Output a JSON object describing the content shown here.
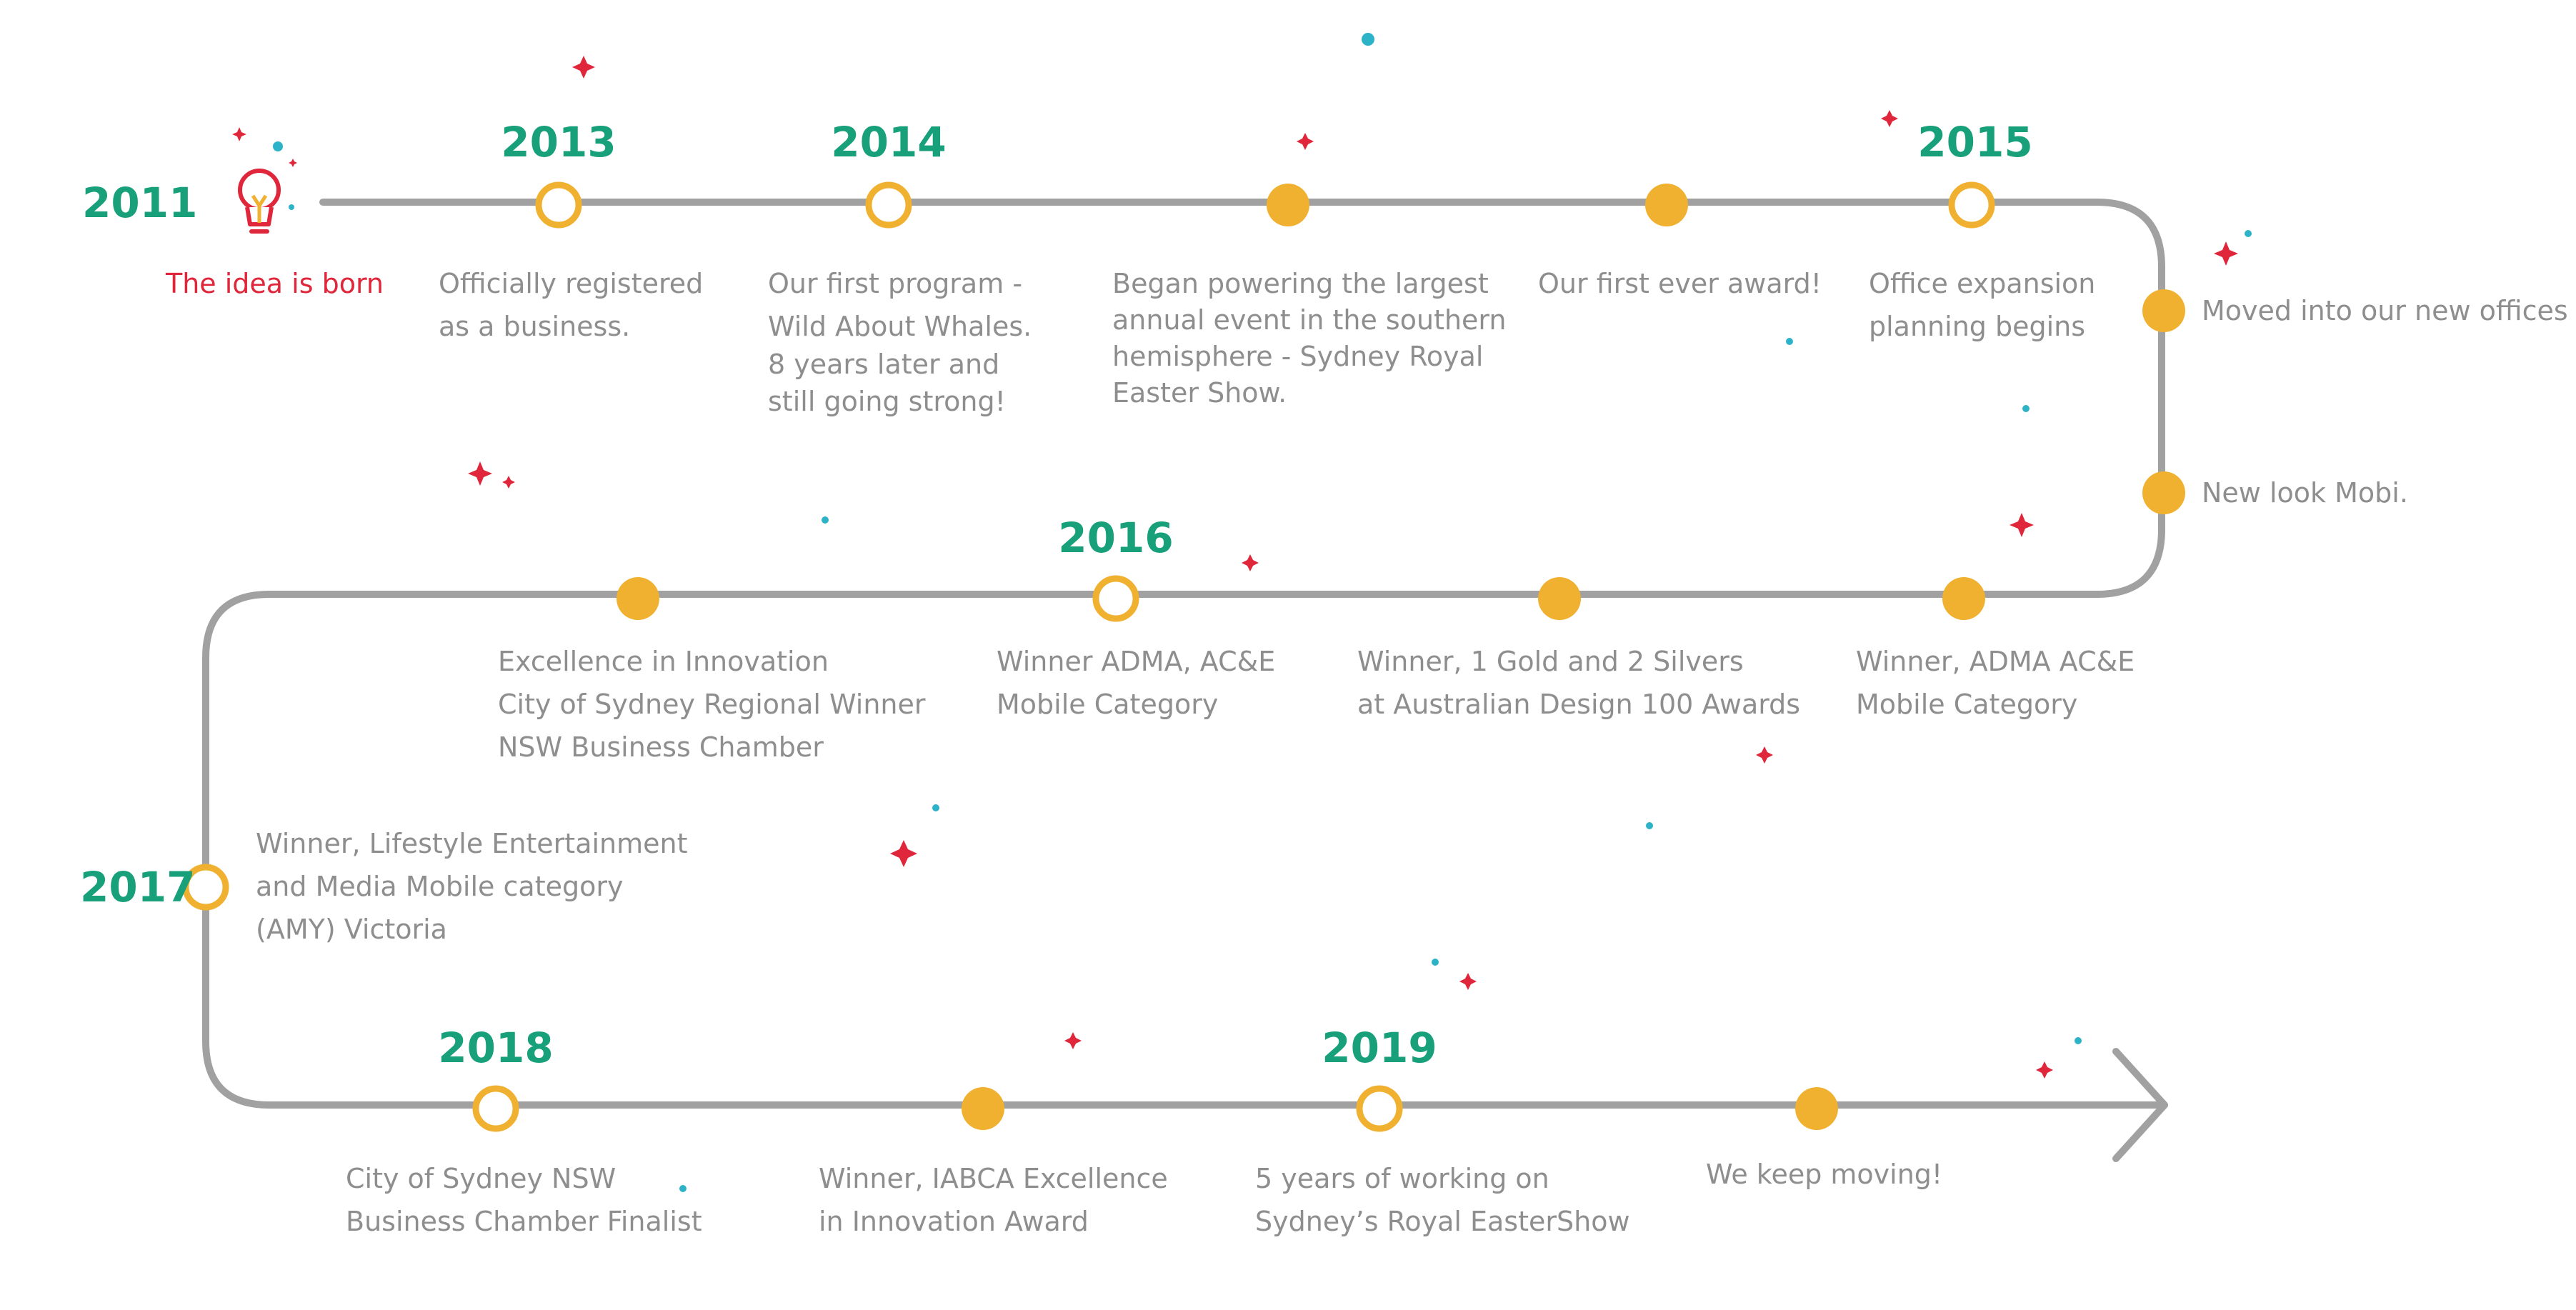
{
  "colors": {
    "year": "#17a07a",
    "text": "#8e8e8e",
    "accent_text": "#e0263a",
    "path": "#a1a1a1",
    "node": "#f0b030",
    "spark": "#e0263a",
    "dot": "#2db3c8"
  },
  "icons": {
    "start": "lightbulb-icon",
    "end": "arrow-head-icon"
  },
  "milestones": [
    {
      "id": "m2011",
      "year": "2011",
      "lines": [
        "The idea is born"
      ],
      "marker": "lightbulb"
    },
    {
      "id": "m2013",
      "year": "2013",
      "lines": [
        "Officially registered",
        "as a business."
      ],
      "marker": "ring"
    },
    {
      "id": "m2014",
      "year": "2014",
      "lines": [
        "Our first program -",
        "Wild About Whales.",
        "8 years later and",
        "still going strong!"
      ],
      "marker": "ring"
    },
    {
      "id": "m-royal-easter",
      "year": "",
      "lines": [
        "Began powering the largest",
        "annual event in the southern",
        "hemisphere - Sydney Royal",
        "Easter Show."
      ],
      "marker": "dot"
    },
    {
      "id": "m-first-award",
      "year": "",
      "lines": [
        "Our first ever award!"
      ],
      "marker": "dot"
    },
    {
      "id": "m2015",
      "year": "2015",
      "lines": [
        "Office expansion",
        "planning begins"
      ],
      "marker": "ring"
    },
    {
      "id": "m-new-offices",
      "year": "",
      "lines": [
        "Moved into our new offices"
      ],
      "marker": "dot"
    },
    {
      "id": "m-new-look",
      "year": "",
      "lines": [
        "New look Mobi."
      ],
      "marker": "dot"
    },
    {
      "id": "m-adma-2",
      "year": "",
      "lines": [
        "Winner, ADMA AC&E",
        "Mobile Category"
      ],
      "marker": "dot"
    },
    {
      "id": "m-design-100",
      "year": "",
      "lines": [
        "Winner, 1 Gold and 2 Silvers",
        "at Australian Design 100 Awards"
      ],
      "marker": "dot"
    },
    {
      "id": "m2016",
      "year": "2016",
      "lines": [
        "Winner ADMA, AC&E",
        "Mobile Category"
      ],
      "marker": "ring"
    },
    {
      "id": "m-innovation",
      "year": "",
      "lines": [
        "Excellence in Innovation",
        "City of Sydney Regional Winner",
        "NSW Business Chamber"
      ],
      "marker": "dot"
    },
    {
      "id": "m2017",
      "year": "2017",
      "lines": [
        "Winner, Lifestyle Entertainment",
        "and Media Mobile category",
        " (AMY) Victoria"
      ],
      "marker": "ring"
    },
    {
      "id": "m2018",
      "year": "2018",
      "lines": [
        "City of Sydney NSW",
        "Business Chamber Finalist"
      ],
      "marker": "ring"
    },
    {
      "id": "m-iabca",
      "year": "",
      "lines": [
        "Winner, IABCA Excellence",
        "in Innovation Award"
      ],
      "marker": "dot"
    },
    {
      "id": "m2019",
      "year": "2019",
      "lines": [
        "5 years of working on",
        "Sydney’s Royal EasterShow"
      ],
      "marker": "ring"
    },
    {
      "id": "m-keep-moving",
      "year": "",
      "lines": [
        "We keep moving!"
      ],
      "marker": "dot"
    }
  ]
}
